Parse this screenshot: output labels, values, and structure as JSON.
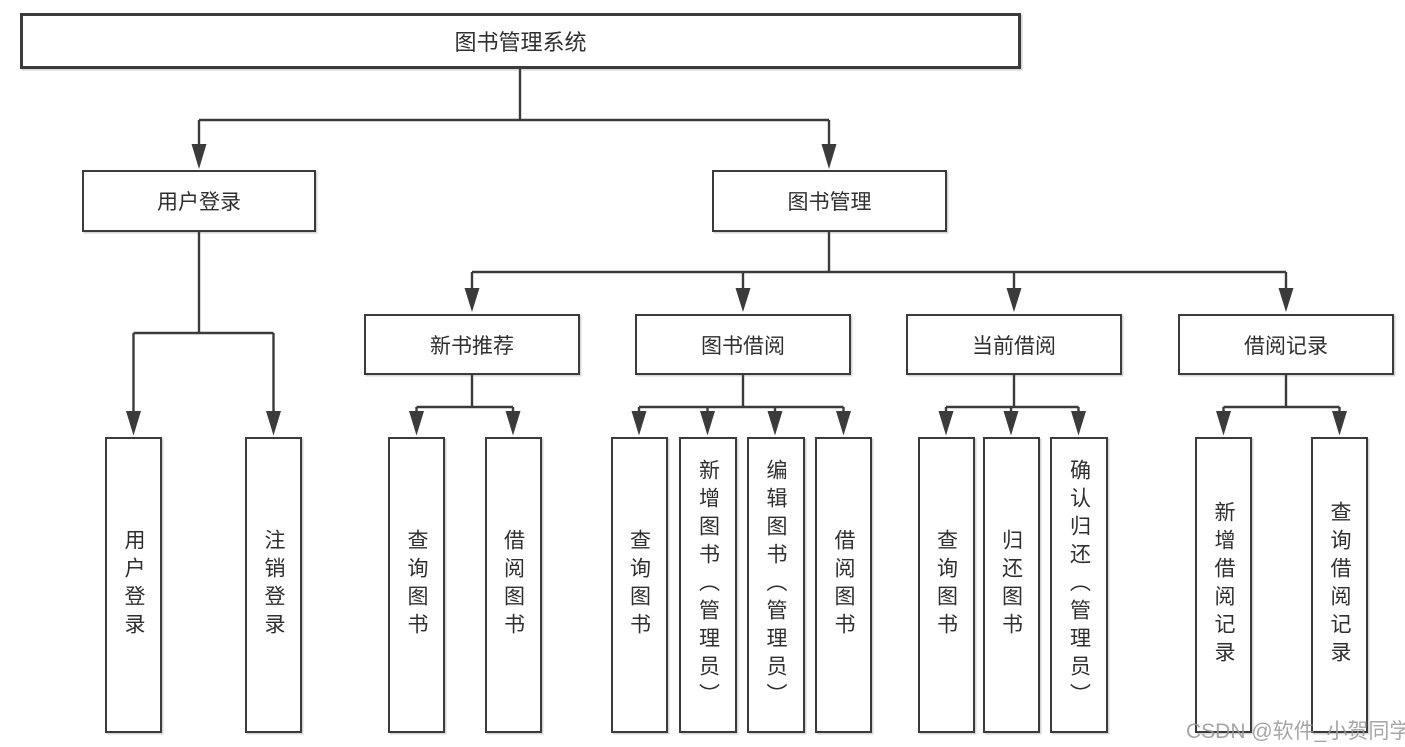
{
  "tree": {
    "root": {
      "label": "图书管理系统",
      "children": [
        {
          "label": "用户登录",
          "children": [
            {
              "label": "用户登录"
            },
            {
              "label": "注销登录"
            }
          ]
        },
        {
          "label": "图书管理",
          "children": [
            {
              "label": "新书推荐",
              "children": [
                {
                  "label": "查询图书"
                },
                {
                  "label": "借阅图书"
                }
              ]
            },
            {
              "label": "图书借阅",
              "children": [
                {
                  "label": "查询图书"
                },
                {
                  "label": "新增图书（管理员）"
                },
                {
                  "label": "编辑图书（管理员）"
                },
                {
                  "label": "借阅图书"
                }
              ]
            },
            {
              "label": "当前借阅",
              "children": [
                {
                  "label": "查询图书"
                },
                {
                  "label": "归还图书"
                },
                {
                  "label": "确认归还（管理员）"
                }
              ]
            },
            {
              "label": "借阅记录",
              "children": [
                {
                  "label": "新增借阅记录"
                },
                {
                  "label": "查询借阅记录"
                }
              ]
            }
          ]
        }
      ]
    }
  },
  "watermark": {
    "text": "CSDN @软件_小贺同学"
  },
  "colors": {
    "line": "#3b3b3b",
    "text": "#2f2f2f",
    "box_background": "#ffffff",
    "watermark": "#969696"
  }
}
